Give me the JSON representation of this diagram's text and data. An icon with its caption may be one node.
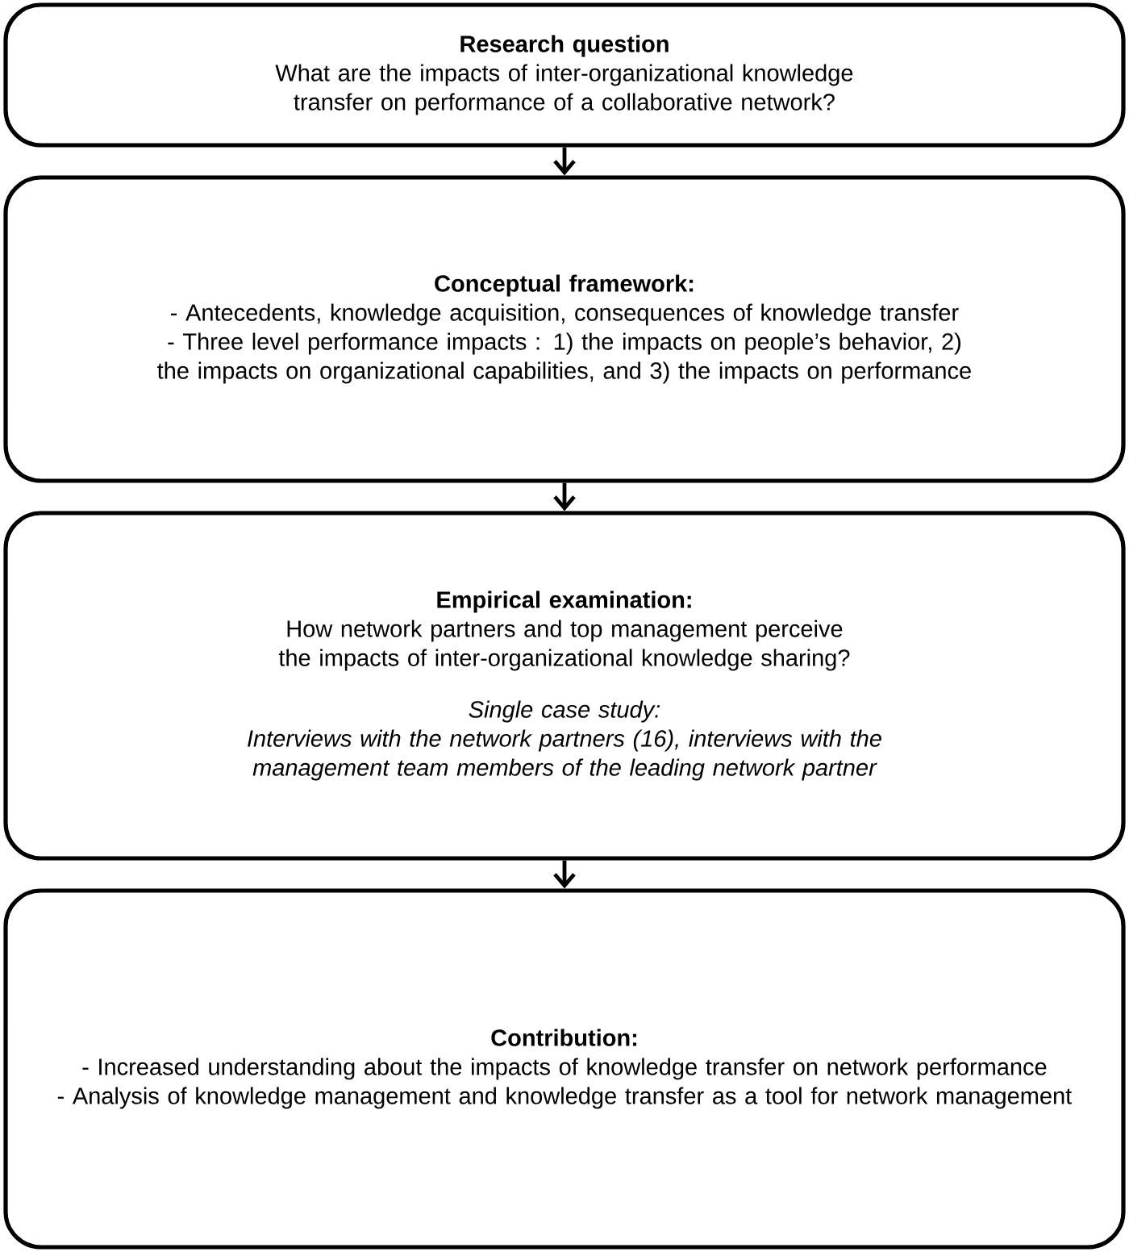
{
  "diagram": {
    "nodes": [
      {
        "text": [
          "Research question",
          "What are the impacts of inter-organizational knowledge transfer on performance of a collaborative network?"
        ]
      },
      {
        "text": [
          "Conceptual framework:",
          "- Antecedents, knowledge acquisition, consequences of knowledge transfer",
          "- Three level performance impacts : 1) the impacts on people’s behavior, 2) the impacts on organizational capabilities, and 3) the impacts on performance"
        ]
      },
      {
        "text": [
          "Empirical examination:",
          "How network partners and top management perceive the impacts of inter-organizational knowledge sharing?",
          "Single case study:",
          "Interviews with the network partners (16), interviews with the management team members of the leading network partner"
        ]
      },
      {
        "text": [
          "Contribution:",
          "- Increased understanding about the impacts of knowledge transfer on network performance",
          "- Analysis of knowledge management and knowledge transfer as a tool for network management"
        ]
      }
    ],
    "edges": [
      {
        "from": 0,
        "to": 1,
        "arrow": "to"
      },
      {
        "from": 1,
        "to": 2,
        "arrow": "to"
      },
      {
        "from": 2,
        "to": 3,
        "arrow": "to"
      }
    ]
  }
}
